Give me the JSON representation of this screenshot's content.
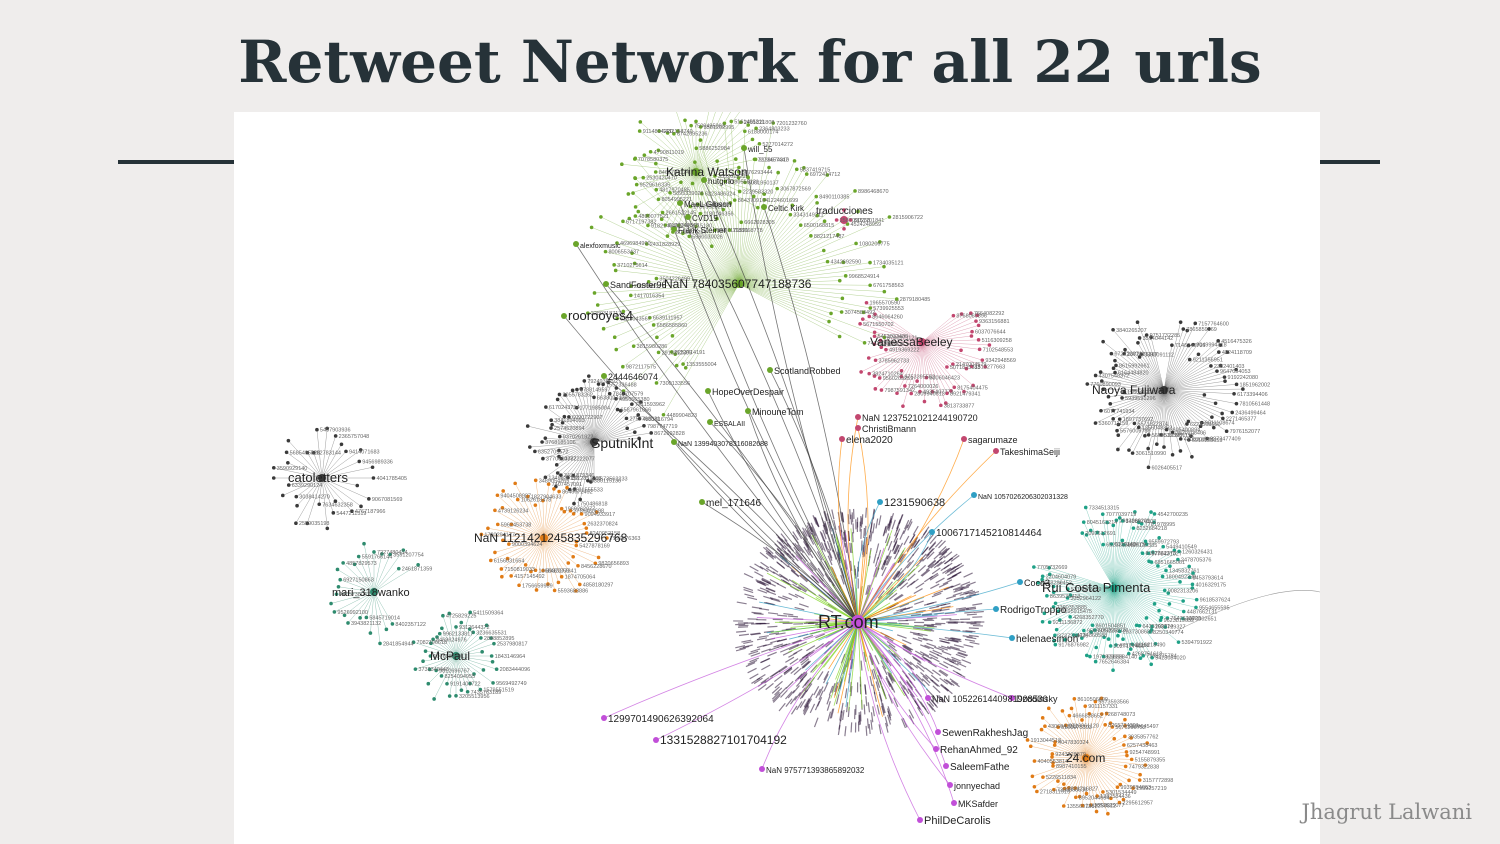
{
  "slide": {
    "title": "Retweet Network for all 22 urls",
    "author": "Jhagrut Lalwani"
  },
  "colors": {
    "title": "#263238",
    "green": "#6aa52a",
    "pink": "#c2476f",
    "dark": "#3a3a3a",
    "teal": "#1fa187",
    "cyan": "#2f9fc4",
    "orange": "#e07b16",
    "purple": "#2b1537",
    "magenta": "#c14fd8",
    "lime": "#7ed321",
    "sea": "#2e8b6e"
  },
  "network": {
    "hub": "RT.com",
    "clusters": [
      {
        "id": "katrina",
        "hub": "Katrina Watson",
        "color": "green",
        "labels": [
          "Frank Steiner",
          "CVD19",
          "MaeL Gibson",
          "Celtic Kirk",
          "will_55",
          "hutgirlo"
        ]
      },
      {
        "id": "nan784",
        "hub": "NaN 784035607747188736",
        "color": "green",
        "labels": [
          "roorooyes4",
          "SandFoster96",
          "alexfoxmusic",
          "2444646074",
          "HopeOverDespair",
          "ScotlandRobbed",
          "MinouneTom",
          "ESSALAII"
        ]
      },
      {
        "id": "tradu",
        "hub": "traducciones",
        "color": "pink",
        "labels": []
      },
      {
        "id": "vanessa",
        "hub": "VanessaBeeley",
        "color": "pink",
        "labels": [
          "NaN 1237521021244190720",
          "ChristiBmann",
          "elena2020",
          "sagarumaze",
          "TakeshimaSeiji"
        ]
      },
      {
        "id": "naoya",
        "hub": "Naoya Fujiwara",
        "color": "dark",
        "labels": []
      },
      {
        "id": "sputnik",
        "hub": "SputnikInt",
        "color": "dark",
        "labels": [
          "NaN 1399403078316082688",
          "mel_171646"
        ]
      },
      {
        "id": "cato",
        "hub": "catoletters",
        "color": "dark",
        "labels": []
      },
      {
        "id": "nan112",
        "hub": "NaN 1121421245835296768",
        "color": "orange",
        "labels": []
      },
      {
        "id": "mari",
        "hub": "mari_318wanko",
        "color": "sea",
        "labels": []
      },
      {
        "id": "mcpaul",
        "hub": "McPaul",
        "color": "sea",
        "labels": []
      },
      {
        "id": "rui",
        "hub": "Rui Costa Pimenta",
        "color": "teal",
        "labels": [
          "NaN 1057026206302031328",
          "1006717145210814464",
          "1231590638",
          "Coco3",
          "RodrigoTroppo",
          "helenaesimon"
        ]
      },
      {
        "id": "24",
        "hub": "24.com",
        "color": "orange",
        "labels": []
      },
      {
        "id": "rt",
        "hub": "RT.com",
        "color": "purple",
        "labels": [
          "1299701490626392064",
          "1331528827101704192",
          "NaN 975771393865892032",
          "NaN 1052261440981908530",
          "Dzodinsky",
          "SewenRakheshJag",
          "RehanAhmed_92",
          "SaleemFathe",
          "jonnyechad",
          "MKSafder",
          "PhilDeCarolis"
        ]
      }
    ]
  }
}
